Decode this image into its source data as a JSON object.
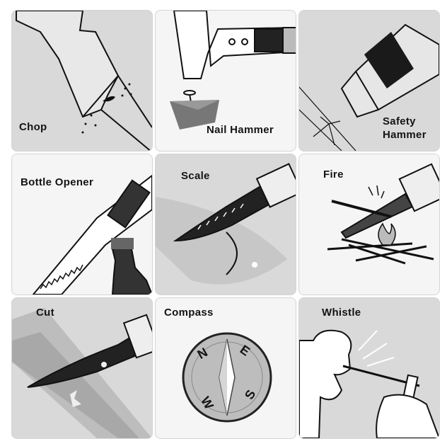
{
  "colors": {
    "tile_gray": "#d9d9d9",
    "tile_light": "#f5f5f5",
    "ink": "#141414"
  },
  "tiles": [
    {
      "id": "chop",
      "label": "Chop",
      "icon": "axe-chop-icon"
    },
    {
      "id": "nail-hammer",
      "label": "Nail Hammer",
      "icon": "hammer-nail-icon"
    },
    {
      "id": "safety-hammer",
      "label_line1": "Safety",
      "label_line2": "Hammer",
      "icon": "glass-breaker-icon"
    },
    {
      "id": "bottle-opener",
      "label": "Bottle Opener",
      "icon": "bottle-opener-icon"
    },
    {
      "id": "scale",
      "label": "Scale",
      "icon": "fish-scaler-icon"
    },
    {
      "id": "fire",
      "label": "Fire",
      "icon": "fire-starter-icon"
    },
    {
      "id": "cut",
      "label": "Cut",
      "icon": "saw-cut-icon"
    },
    {
      "id": "compass",
      "label": "Compass",
      "icon": "compass-icon",
      "letters": {
        "n": "N",
        "e": "E",
        "s": "S",
        "w": "W"
      }
    },
    {
      "id": "whistle",
      "label": "Whistle",
      "icon": "whistle-icon"
    }
  ]
}
